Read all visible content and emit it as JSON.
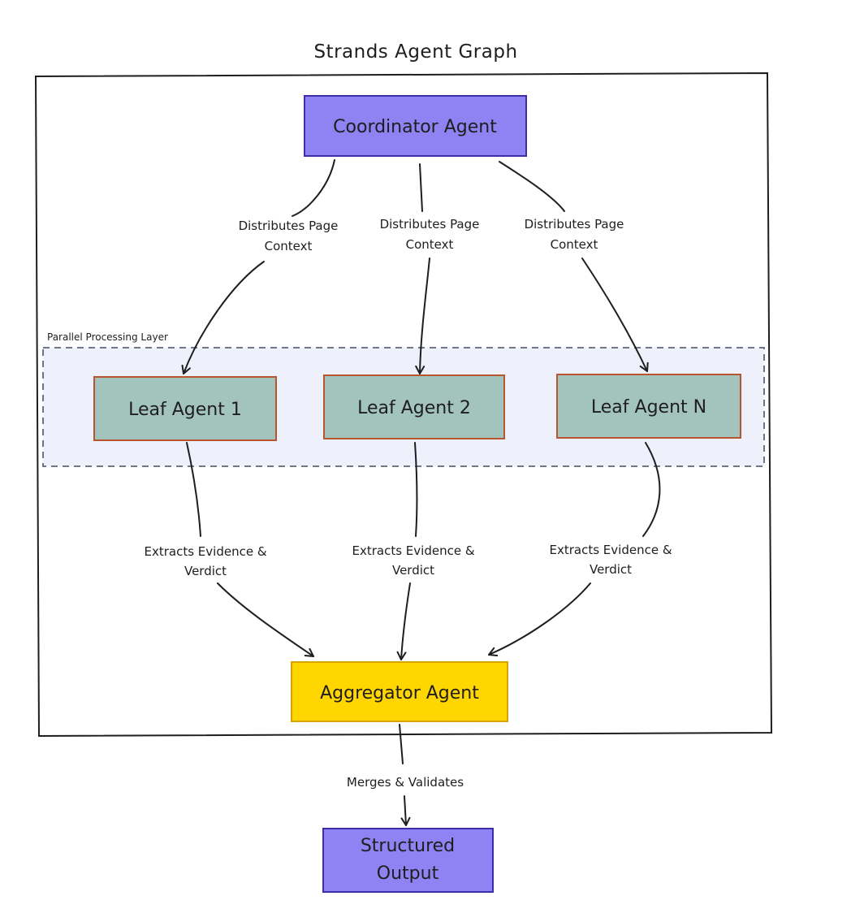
{
  "title": "Strands Agent Graph",
  "group_label": "Parallel Processing Layer",
  "nodes": {
    "coordinator": "Coordinator Agent",
    "leaf1": "Leaf Agent 1",
    "leaf2": "Leaf Agent 2",
    "leafN": "Leaf Agent N",
    "aggregator": "Aggregator Agent",
    "output_line1": "Structured",
    "output_line2": "Output"
  },
  "edges": {
    "distribute_1a": "Distributes Page",
    "distribute_1b": "Context",
    "distribute_2a": "Distributes Page",
    "distribute_2b": "Context",
    "distribute_3a": "Distributes Page",
    "distribute_3b": "Context",
    "extract_1a": "Extracts Evidence &",
    "extract_1b": "Verdict",
    "extract_2a": "Extracts Evidence &",
    "extract_2b": "Verdict",
    "extract_3a": "Extracts Evidence &",
    "extract_3b": "Verdict",
    "merge": "Merges & Validates"
  },
  "colors": {
    "coordinator_fill": "#8f82f2",
    "coordinator_stroke": "#3b2ea8",
    "leaf_fill": "#a3c4bc",
    "leaf_stroke": "#b7552f",
    "aggregator_fill": "#ffd600",
    "aggregator_stroke": "#d9a300",
    "output_fill": "#8f82f2",
    "output_stroke": "#3b2ea8",
    "group_fill": "#eef0fc",
    "group_stroke": "#5c6478"
  }
}
